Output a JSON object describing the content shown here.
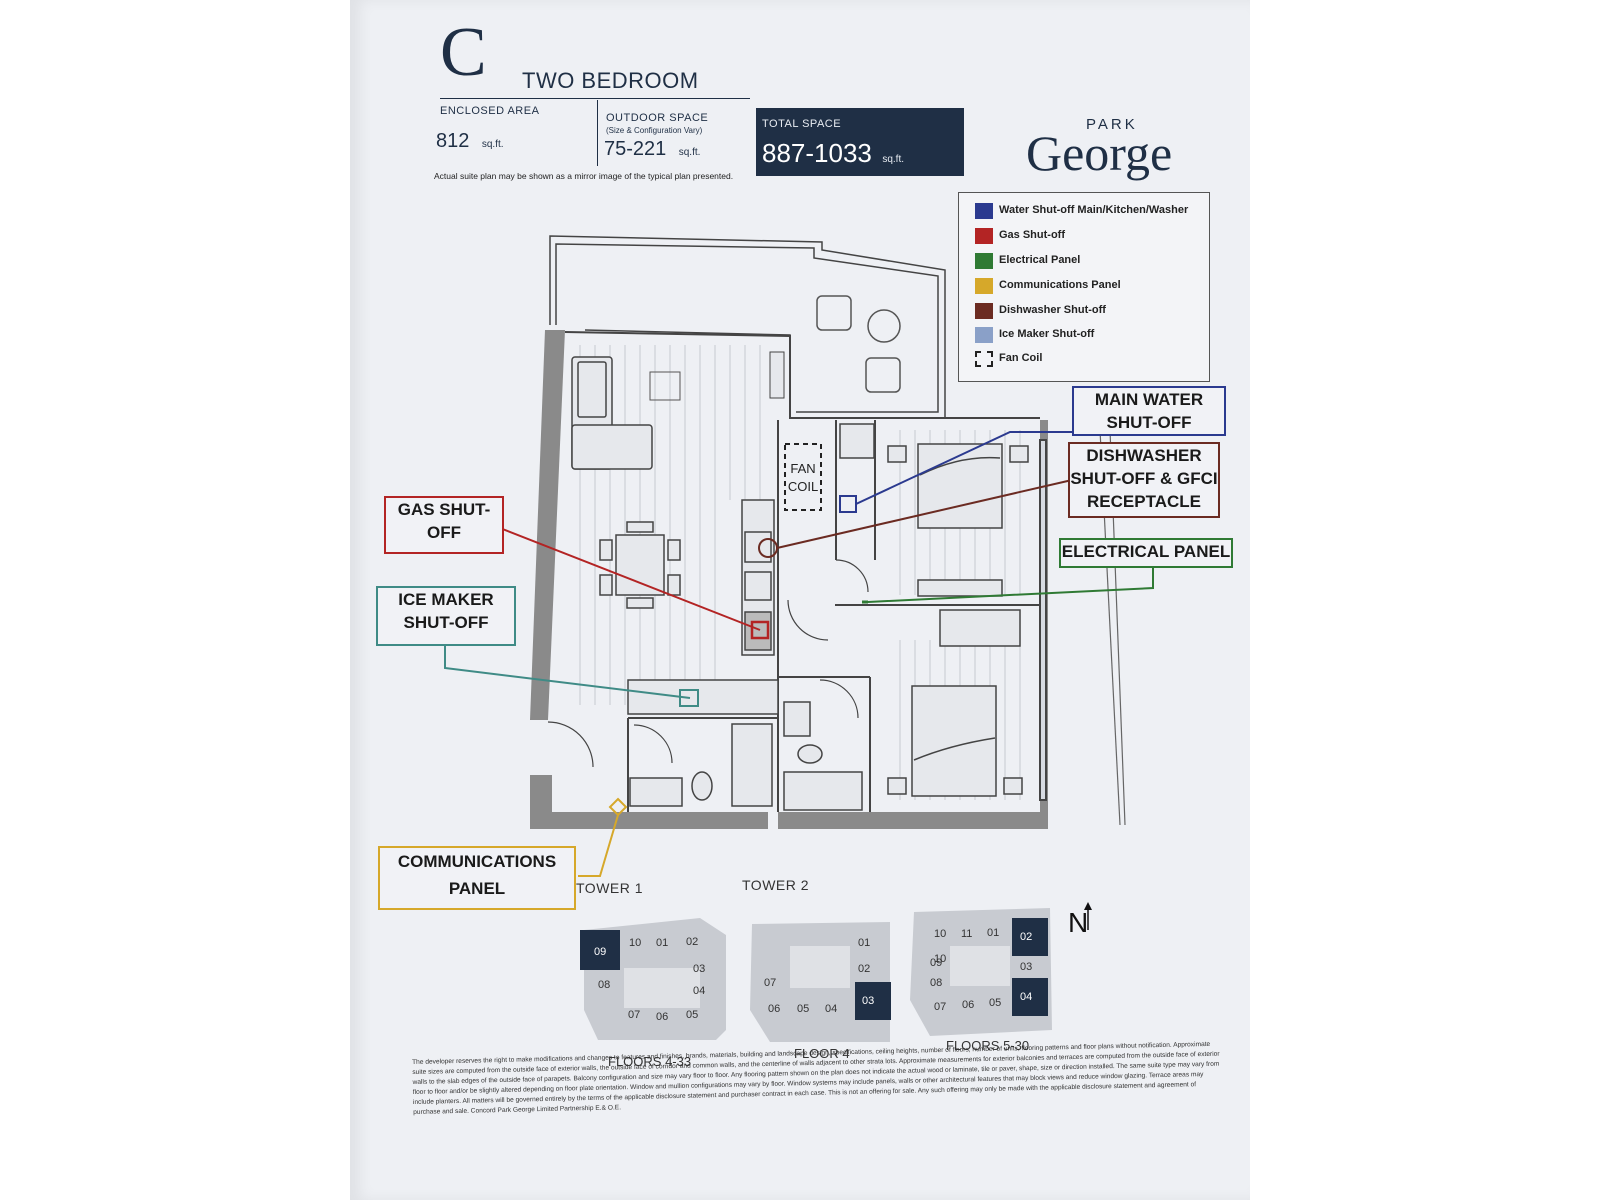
{
  "header": {
    "unit_letter": "C",
    "unit_type": "TWO BEDROOM",
    "enclosed_area_label": "ENCLOSED AREA",
    "enclosed_area_value": "812",
    "outdoor_label": "OUTDOOR SPACE",
    "outdoor_sublabel": "(Size & Configuration Vary)",
    "outdoor_value": "75-221",
    "total_label": "TOTAL SPACE",
    "total_value": "887-1033",
    "unit": "sq.ft.",
    "mirror_note": "Actual suite plan may be shown as a mirror image of the typical plan presented."
  },
  "brand": {
    "park": "PARK",
    "george": "George"
  },
  "legend": {
    "items": [
      {
        "label": "Water Shut-off Main/Kitchen/Washer",
        "color": "#2b3a8f"
      },
      {
        "label": "Gas Shut-off",
        "color": "#b32424"
      },
      {
        "label": "Electrical Panel",
        "color": "#2f7a34"
      },
      {
        "label": "Communications Panel",
        "color": "#d6a82a"
      },
      {
        "label": "Dishwasher Shut-off",
        "color": "#6b2b22"
      },
      {
        "label": "Ice Maker Shut-off",
        "color": "#8aa0c8"
      },
      {
        "label": "Fan Coil",
        "color": "dashed"
      }
    ]
  },
  "callouts": {
    "main_water_1": "MAIN WATER",
    "main_water_2": "SHUT-OFF",
    "dishwasher_1": "DISHWASHER",
    "dishwasher_2": "SHUT-OFF & GFCI",
    "dishwasher_3": "RECEPTACLE",
    "electrical": "ELECTRICAL PANEL",
    "gas_1": "GAS SHUT-",
    "gas_2": "OFF",
    "ice_1": "ICE MAKER",
    "ice_2": "SHUT-OFF",
    "comm_1": "COMMUNICATIONS",
    "comm_2": "PANEL"
  },
  "plan": {
    "fan_coil_1": "FAN",
    "fan_coil_2": "COIL",
    "north": "N"
  },
  "keyplans": [
    {
      "tower": "TOWER 1",
      "floors": "FLOORS 4-33",
      "units": [
        "09",
        "10",
        "01",
        "02",
        "03",
        "08",
        "04",
        "07",
        "06",
        "05"
      ],
      "highlight": "09"
    },
    {
      "tower": "TOWER 2",
      "floors": "FLOOR 4",
      "units": [
        "01",
        "02",
        "07",
        "06",
        "05",
        "04",
        "03"
      ],
      "highlight": "03"
    },
    {
      "tower": "",
      "floors": "FLOORS 5-30",
      "units": [
        "10",
        "11",
        "01",
        "02",
        "10",
        "03",
        "09",
        "08",
        "07",
        "06",
        "05",
        "04"
      ],
      "highlight": "02,04"
    }
  ],
  "disclaimer": "The developer reserves the right to make modifications and changes to features and finishes, brands, materials, building and landscape design, specifications, ceiling heights, number of floors, number of units, flooring patterns and floor plans without notification. Approximate suite sizes are computed from the outside face of exterior walls, the outside face of corridor and common walls, and the centerline of walls adjacent to other strata lots. Approximate measurements for exterior balconies and terraces are computed from the outside face of exterior walls to the slab edges of the outside face of parapets. Balcony configuration and size may vary floor to floor. Any flooring pattern shown on the plan does not indicate the actual wood or laminate, tile or paver, shape, size or direction installed. The same suite type may vary from floor to floor and/or be slightly altered depending on floor plate orientation. Window and mullion configurations may vary by floor. Window systems may include panels, walls or other architectural features that may block views and reduce window glazing. Terrace areas may include planters. All matters will be governed entirely by the terms of the applicable disclosure statement and purchaser contract in each case. This is not an offering for sale. Any such offering may only be made with the applicable disclosure statement and agreement of purchase and sale. Concord Park George Limited Partnership E.& O.E."
}
